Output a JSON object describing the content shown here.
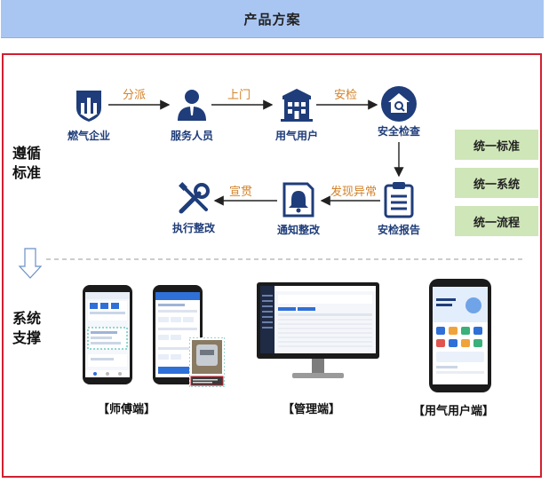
{
  "header": {
    "title": "产品方案"
  },
  "sections": {
    "standards": "遵循标准",
    "support": "系统支撑"
  },
  "flow": {
    "nodes": {
      "gas_company": "燃气企业",
      "service_staff": "服务人员",
      "gas_user": "用气用户",
      "safety_check": "安全检查",
      "inspection_report": "安检报告",
      "rectify_notice": "通知整改",
      "execute_rectify": "执行整改"
    },
    "edges": {
      "dispatch": "分派",
      "visit": "上门",
      "inspect": "安检",
      "find_abnormal": "发现异常",
      "publicize": "宣贯"
    }
  },
  "standards_boxes": [
    "统一标准",
    "统一系统",
    "统一流程"
  ],
  "devices": {
    "master_app": "【师傅端】",
    "admin": "【管理端】",
    "user_app": "【用气用户端】"
  },
  "colors": {
    "accent_blue": "#1f3d7a",
    "edge_orange": "#d4822a",
    "frame_red": "#d02030",
    "header_bg": "#a9c6f2",
    "green_box": "#cfe6b8"
  }
}
